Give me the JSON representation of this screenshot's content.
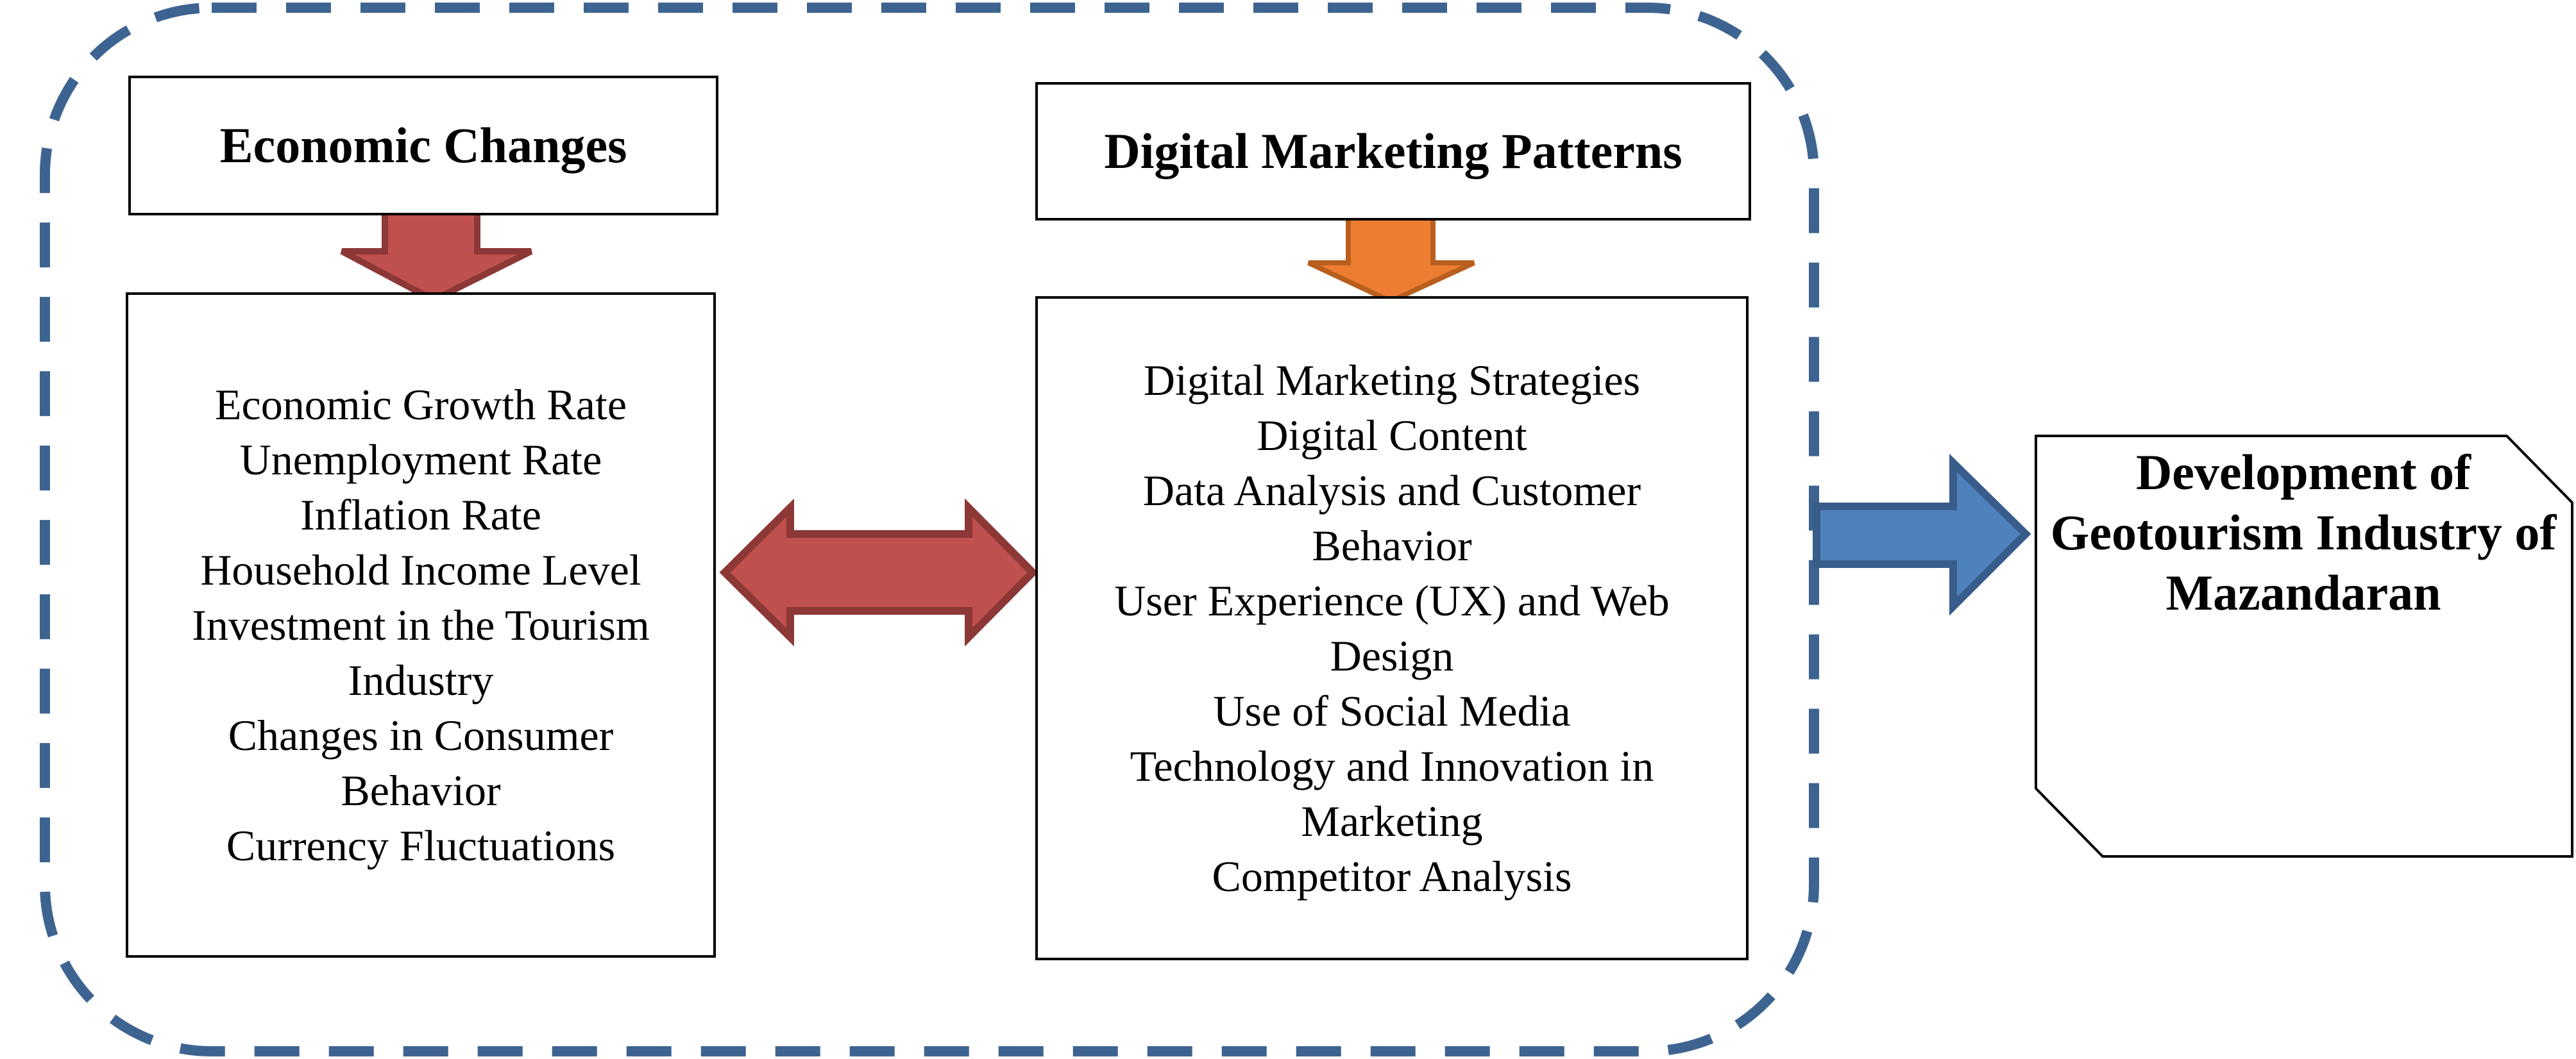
{
  "economic_changes": {
    "title": "Economic Changes",
    "items": [
      "Economic Growth Rate",
      "Unemployment Rate",
      "Inflation Rate",
      "Household Income Level",
      "Investment in the Tourism Industry",
      "Changes in Consumer Behavior",
      "Currency Fluctuations"
    ]
  },
  "digital_marketing": {
    "title": "Digital Marketing Patterns",
    "items": [
      "Digital Marketing Strategies",
      "Digital Content",
      "Data Analysis and Customer Behavior",
      "User Experience (UX) and Web Design",
      "Use of Social Media",
      "Technology and Innovation in Marketing",
      "Competitor Analysis"
    ]
  },
  "outcome": {
    "title": "Development of Geotourism Industry of Mazandaran"
  },
  "colors": {
    "dashed_border": "#3D6491",
    "red_arrow_fill": "#C0504D",
    "red_arrow_stroke": "#8C3836",
    "orange_arrow_fill": "#ED7D31",
    "orange_arrow_stroke": "#B85E1E",
    "blue_arrow_fill": "#4F81BD",
    "blue_arrow_stroke": "#385D8A"
  }
}
